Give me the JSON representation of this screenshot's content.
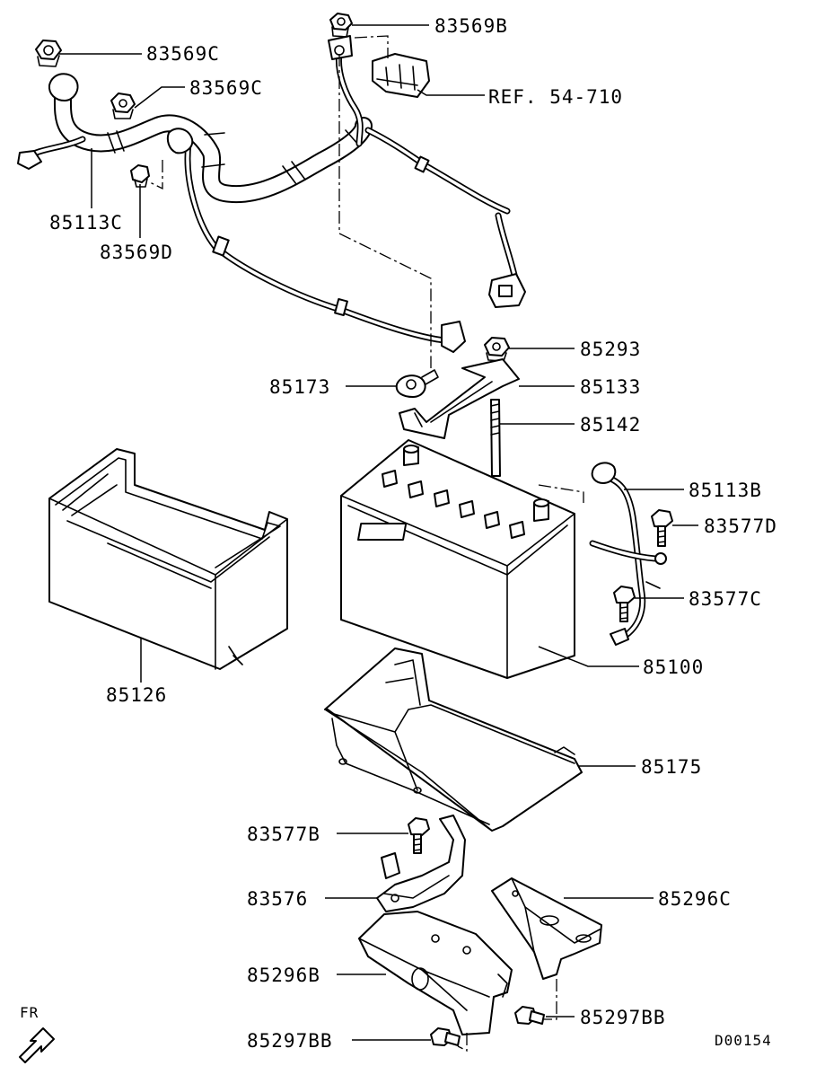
{
  "diagram": {
    "labels": {
      "nut_top": "83569B",
      "nut_left_top": "83569C",
      "nut_left_mid": "83569C",
      "clip_left": "83569D",
      "harness_left": "85113C",
      "ref": "REF. 54-710",
      "nut_holddown": "85293",
      "terminal_clamp": "85173",
      "holddown_bar": "85133",
      "holddown_rod": "85142",
      "cable_negative": "85113B",
      "bolt_d": "83577D",
      "bolt_c": "83577C",
      "battery": "85100",
      "battery_cover": "85126",
      "battery_tray": "85175",
      "bolt_b": "83577B",
      "bracket_small": "83576",
      "bracket_c": "85296C",
      "bracket_b": "85296B",
      "bolt_bb_right": "85297BB",
      "bolt_bb_left": "85297BB"
    },
    "direction": "FR",
    "drawing_code": "D00154"
  }
}
